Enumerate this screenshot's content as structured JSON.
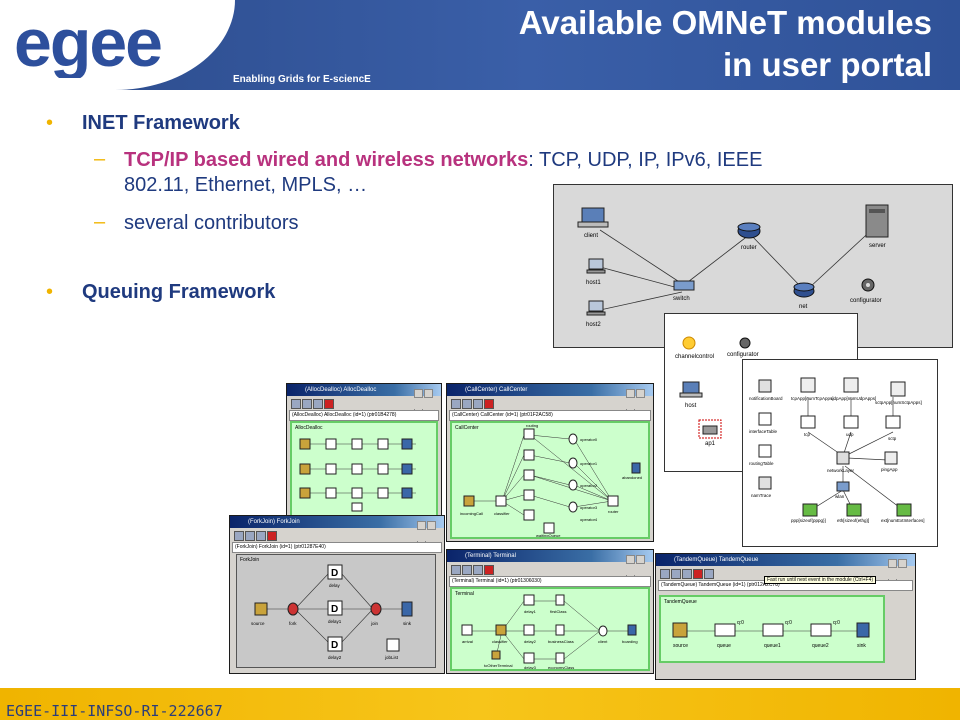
{
  "header": {
    "logo_text": "egee",
    "tagline": "Enabling Grids for E-sciencE",
    "title_line1": "Available OMNeT modules",
    "title_line2": "in user portal"
  },
  "bullets": {
    "inet": {
      "label": "INET Framework",
      "sub1_highlight": "TCP/IP based wired and wireless networks",
      "sub1_rest": ": TCP, UDP, IP, IPv6, IEEE",
      "sub1_line2": "802.11, Ethernet, MPLS, …",
      "sub2": "several contributors"
    },
    "queuing": {
      "label": "Queuing Framework"
    }
  },
  "footer": {
    "project_id": "EGEE-III-INFSO-RI-222667"
  },
  "inet_network": {
    "nodes": {
      "client": "client",
      "router": "router",
      "server": "server",
      "host1": "host1",
      "switch": "switch",
      "host2": "host2",
      "net": "net",
      "configurator": "configurator"
    }
  },
  "wireless_panel": {
    "nodes": {
      "channelcontrol": "channelcontrol",
      "configurator": "configurator",
      "host": "host",
      "ap1": "ap1"
    }
  },
  "host_internals": {
    "nodes": {
      "notificationBoard": "notificationBoard",
      "interfaceTable": "interfaceTable",
      "routingTable": "routingTable",
      "namTrace": "namTrace",
      "tcpApp": "tcpApp[numTcpApps]",
      "udpApp": "udpApp[numUdpApps]",
      "sctpApp": "sctpApp[numSctpApps]",
      "tcp": "tcp",
      "udp": "udp",
      "sctp": "sctp",
      "networkLayer": "networkLayer",
      "pingApp": "pingApp",
      "wlan": "wlan",
      "ppp": "ppp[sizeof(pppg)]",
      "eth": "eth[sizeof(ethg)]",
      "ext": "ext[numExtInterfaces]"
    }
  },
  "windows": {
    "allocate": {
      "title": "(AllocDealloc) AllocDealloc",
      "addr": "(AllocDealloc) AllocDealloc (id=1) (ptr01B4278)",
      "module": "AllocDealloc"
    },
    "callcenter": {
      "title": "(CallCenter) CallCenter",
      "addr": "(CallCenter) CallCenter (id=1) (ptr01F2AC58)",
      "module": "CallCenter",
      "nodes": [
        "routing",
        "operator0",
        "incomingCall",
        "classifier",
        "operator1",
        "operator2",
        "operator3",
        "operator4",
        "router",
        "abandoned",
        "waitingQueue"
      ]
    },
    "forkjoin": {
      "title": "(ForkJoin) ForkJoin",
      "addr": "(ForkJoin) ForkJoin (id=1) (ptr01287E40)",
      "module": "ForkJoin",
      "nodes": [
        "source",
        "fork",
        "delay",
        "delay1",
        "delay2",
        "join",
        "sink",
        "jobList"
      ]
    },
    "terminal": {
      "title": "(Terminal) Terminal",
      "addr": "(Terminal) Terminal (id=1) (ptr01306030)",
      "module": "Terminal",
      "nodes": [
        "arrival",
        "classifier",
        "delay1",
        "delay2",
        "delay3",
        "firstClass",
        "businessClass",
        "economyClass",
        "client",
        "boarding",
        "toOtherTerminal"
      ]
    },
    "tandem": {
      "title": "(TandemQueue) TandemQueue",
      "addr": "(TandemQueue) TandemQueue (id=1) (ptr012A2C78)",
      "module": "TandemQueue",
      "tooltip": "Fast run until next event in the module (Ctrl+F4)",
      "nodes": [
        "source",
        "queue",
        "queue1",
        "queue2",
        "sink"
      ],
      "queue_counts": [
        "q:0",
        "q:0",
        "q:0"
      ]
    }
  }
}
